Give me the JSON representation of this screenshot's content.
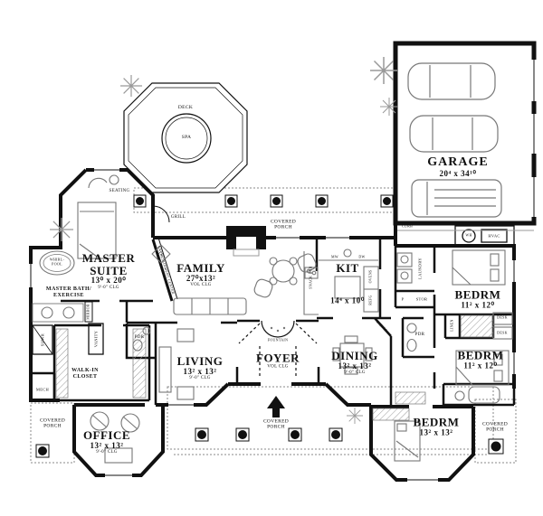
{
  "rooms": [
    {
      "id": "master-suite",
      "name": "MASTER SUITE",
      "dims": "13⁰ x 20⁰",
      "clg": "9'-0\" CLG"
    },
    {
      "id": "family",
      "name": "FAMILY",
      "dims": "27⁰x13²",
      "clg": "VOL CLG"
    },
    {
      "id": "kitchen",
      "name": "KIT",
      "dims": "14⁴ x 10⁰"
    },
    {
      "id": "bedroom-1",
      "name": "BEDRM",
      "dims": "11² x 12⁰"
    },
    {
      "id": "bedroom-2",
      "name": "BEDRM",
      "dims": "11² x 12⁰"
    },
    {
      "id": "living",
      "name": "LIVING",
      "dims": "13² x 13²",
      "clg": "9'-0\" CLG"
    },
    {
      "id": "foyer",
      "name": "FOYER",
      "clg": "VOL CLG"
    },
    {
      "id": "dining",
      "name": "DINING",
      "dims": "13² x 13²",
      "clg": "9'-0\" CLG"
    },
    {
      "id": "office",
      "name": "OFFICE",
      "dims": "13² x 13²",
      "clg": "9'-0\" CLG"
    },
    {
      "id": "bedroom-3",
      "name": "BEDRM",
      "dims": "13² x 13²"
    },
    {
      "id": "garage",
      "name": "GARAGE",
      "dims": "20⁴ x 34¹⁰"
    }
  ],
  "labels": {
    "deck": "DECK",
    "spa": "SPA",
    "seating": "SEATING",
    "grill": "GRILL",
    "covered_porch_l1": "COVERED",
    "covered_porch_l2": "PORCH",
    "whirlpool_l1": "WHIRL-",
    "whirlpool_l2": "POOL",
    "master_bath_l1": "MASTER BATH/",
    "master_bath_l2": "EXERCISE",
    "walk_in_l1": "WALK-IN",
    "walk_in_l2": "CLOSET",
    "mech": "MECH",
    "shwr": "SHWR",
    "vanity": "VANITY",
    "mirror": "MIRROR",
    "pdr": "PDR",
    "fountain": "FOUNTAIN",
    "entertainment_center": "ENTERTAINMENT CENTER",
    "tv": "TV",
    "snack_bar": "SNACK BAR",
    "mw": "MW",
    "dw": "DW",
    "ovens": "OVENS",
    "refg": "REFG",
    "laundry": "LAUNDRY",
    "pantry": "P",
    "stor": "STOR",
    "china": "CHINA",
    "linen": "LINEN",
    "desk": "DESK",
    "wh": "WH",
    "hvac": "HVAC",
    "curb": "CURB"
  },
  "colors": {
    "wall": "#111111",
    "furniture": "#777777",
    "porch": "#888888"
  }
}
